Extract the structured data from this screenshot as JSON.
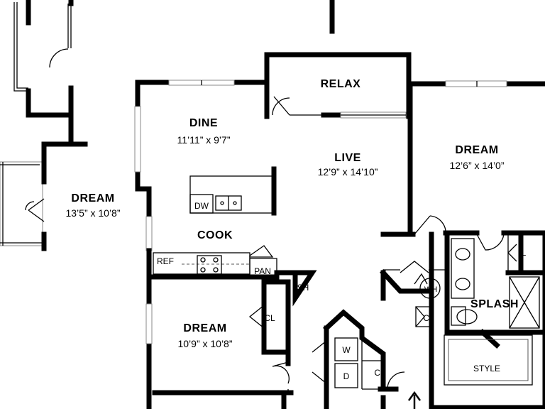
{
  "rooms": {
    "relax": {
      "name": "RELAX"
    },
    "dine": {
      "name": "DINE",
      "dims": "11’11” x 9’7”"
    },
    "live": {
      "name": "LIVE",
      "dims": "12’9” x 14’10”"
    },
    "dream_right": {
      "name": "DREAM",
      "dims": "12’6” x 14’0”"
    },
    "dream_left": {
      "name": "DREAM",
      "dims": "13’5” x 10’8”"
    },
    "cook": {
      "name": "COOK"
    },
    "dream_lower": {
      "name": "DREAM",
      "dims": "10’9” x 10’8”"
    },
    "splash": {
      "name": "SPLASH"
    },
    "style": {
      "name": "STYLE"
    }
  },
  "fixtures": {
    "dishwasher": "DW",
    "refrigerator": "REF",
    "pantry": "PAN",
    "shelf": "SH",
    "water_heater": "WH",
    "closet_lower": "CL",
    "closet_bath": "CL",
    "closet_laundry": "CL",
    "linen": "L",
    "washer": "W",
    "dryer": "D"
  },
  "icons": {
    "entry": "arrow-up-icon"
  }
}
